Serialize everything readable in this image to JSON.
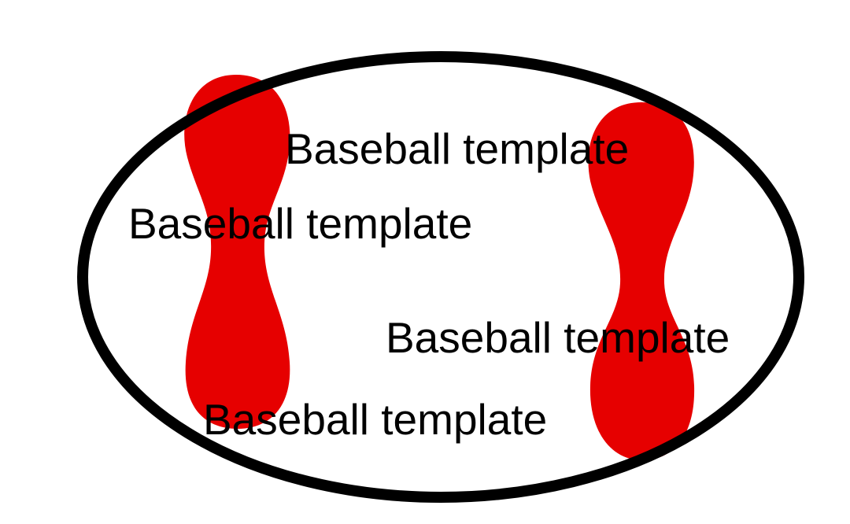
{
  "colors": {
    "background": "#ffffff",
    "outline": "#000000",
    "stripe": "#e60000",
    "text": "#000000"
  },
  "labels": [
    "Baseball template",
    "Baseball template",
    "Baseball template",
    "Baseball template"
  ]
}
